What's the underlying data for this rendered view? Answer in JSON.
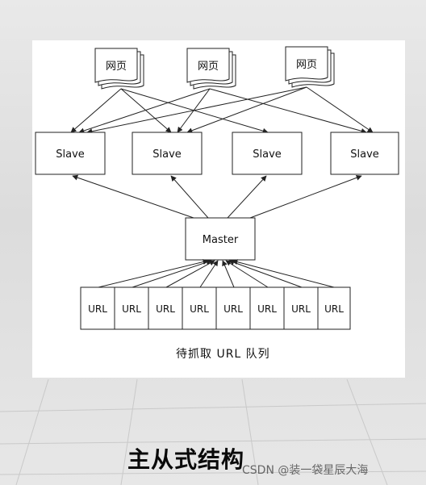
{
  "pages": [
    "网页",
    "网页",
    "网页"
  ],
  "slaves": [
    "Slave",
    "Slave",
    "Slave",
    "Slave"
  ],
  "master": "Master",
  "urls": [
    "URL",
    "URL",
    "URL",
    "URL",
    "URL",
    "URL",
    "URL",
    "URL"
  ],
  "queue_caption": "待抓取 URL 队列",
  "title": "主从式结构",
  "watermark": "CSDN @装一袋星辰大海"
}
